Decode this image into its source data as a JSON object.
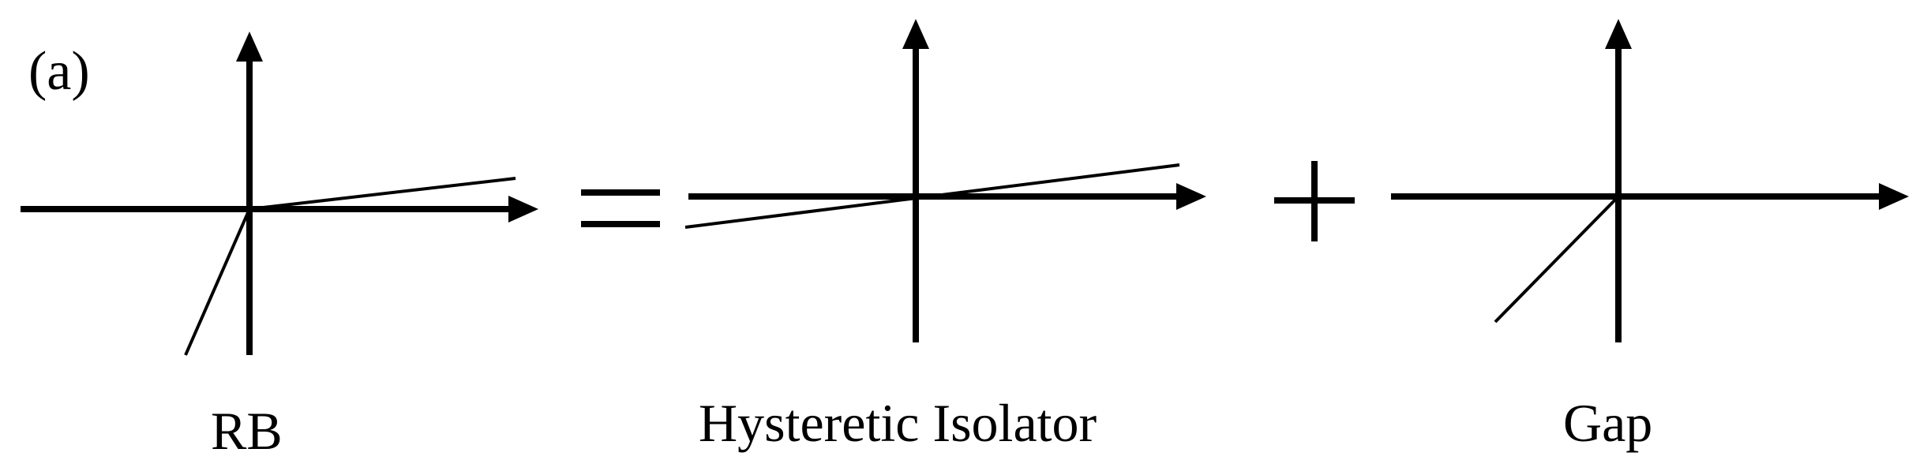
{
  "panel_tag": "(a)",
  "labels": {
    "rb": "RB",
    "hysteretic_isolator": "Hysteretic Isolator",
    "gap": "Gap"
  },
  "operators": {
    "equals": "=",
    "plus": "+"
  },
  "colors": {
    "ink": "#000000",
    "background": "#ffffff"
  }
}
